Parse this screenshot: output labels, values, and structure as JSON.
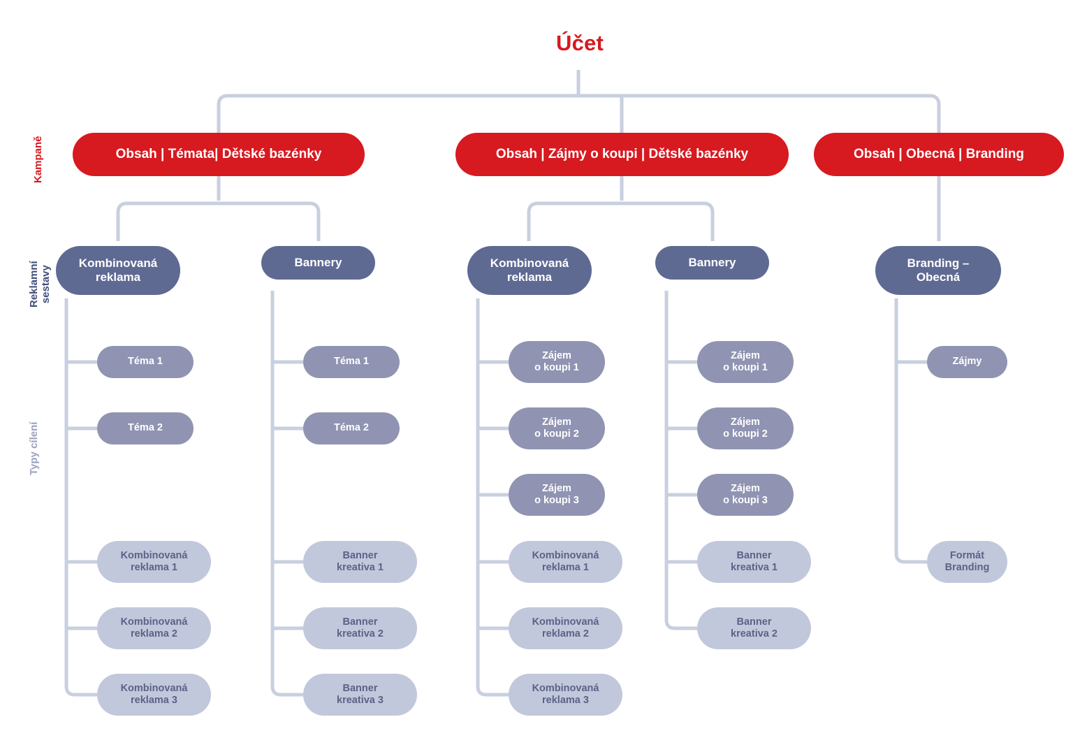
{
  "colors": {
    "red": "#d71920",
    "adgroup": "#5f6a93",
    "target": "#9094b2",
    "creative": "#c2c8db",
    "wire": "#c8cfdf",
    "label_dark": "#3f4d7a",
    "label_light": "#9aa2bd",
    "creative_text": "#5a6287",
    "background": "#ffffff"
  },
  "title": "Účet",
  "row_labels": {
    "campaigns": "Kampaně",
    "adgroups": "Reklamní\nsestavy",
    "targets": "Typy cílení"
  },
  "campaigns": [
    {
      "label": "Obsah | Témata| Dětské bazénky"
    },
    {
      "label": "Obsah | Zájmy o koupi | Dětské bazénky"
    },
    {
      "label": "Obsah | Obecná | Branding"
    }
  ],
  "adgroups": [
    {
      "label": "Kombinovaná\nreklama"
    },
    {
      "label": "Bannery"
    },
    {
      "label": "Kombinovaná\nreklama"
    },
    {
      "label": "Bannery"
    },
    {
      "label": "Branding –\nObecná"
    }
  ],
  "columns": [
    {
      "name": "obsah-temata-kombinovana-reklama",
      "targets": [
        "Téma 1",
        "Téma 2"
      ],
      "creatives": [
        "Kombinovaná\nreklama 1",
        "Kombinovaná\nreklama 2",
        "Kombinovaná\nreklama 3"
      ]
    },
    {
      "name": "obsah-temata-bannery",
      "targets": [
        "Téma 1",
        "Téma 2"
      ],
      "creatives": [
        "Banner\nkreativa 1",
        "Banner\nkreativa 2",
        "Banner\nkreativa 3"
      ]
    },
    {
      "name": "zajmy-o-koupi-kombinovana-reklama",
      "targets": [
        "Zájem\no koupi 1",
        "Zájem\no koupi 2",
        "Zájem\no koupi 3"
      ],
      "creatives": [
        "Kombinovaná\nreklama 1",
        "Kombinovaná\nreklama 2",
        "Kombinovaná\nreklama 3"
      ]
    },
    {
      "name": "zajmy-o-koupi-bannery",
      "targets": [
        "Zájem\no koupi 1",
        "Zájem\no koupi 2",
        "Zájem\no koupi 3"
      ],
      "creatives": [
        "Banner\nkreativa 1",
        "Banner\nkreativa 2"
      ]
    },
    {
      "name": "branding-obecna",
      "targets": [
        "Zájmy"
      ],
      "creatives": [
        "Formát\nBranding"
      ]
    }
  ]
}
